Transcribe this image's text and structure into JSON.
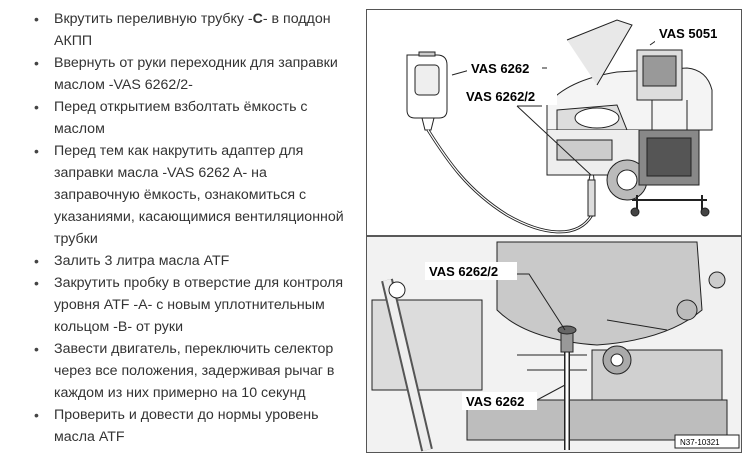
{
  "instructions": [
    {
      "pre": "Вкрутить переливную трубку -",
      "bold": "C",
      "post": "- в поддон АКПП"
    },
    {
      "pre": "Ввернуть от руки переходник для заправки маслом -VAS 6262/2-",
      "bold": "",
      "post": ""
    },
    {
      "pre": "Перед открытием взболтать ёмкость с маслом",
      "bold": "",
      "post": ""
    },
    {
      "pre": "Перед тем как накрутить адаптер для заправки масла -VAS 6262 A- на заправочную ёмкость, ознакомиться с указаниями, касающимися вентиляционной трубки",
      "bold": "",
      "post": ""
    },
    {
      "pre": "Залить 3 литра масла ATF",
      "bold": "",
      "post": ""
    },
    {
      "pre": "Закрутить пробку в отверстие для контроля уровня ATF -A- с новым уплотнительным кольцом -B- от руки",
      "bold": "",
      "post": ""
    },
    {
      "pre": "Завести двигатель, переключить селектор через все положения, задерживая рычаг в каждом из них примерно на 10 секунд",
      "bold": "",
      "post": ""
    },
    {
      "pre": "Проверить и довести до нормы уровень масла ATF",
      "bold": "",
      "post": ""
    }
  ],
  "figure": {
    "top_labels": {
      "vas5051": "VAS 5051",
      "vas6262": "VAS 6262",
      "vas6262_2": "VAS 6262/2"
    },
    "bottom_labels": {
      "vas6262_2": "VAS 6262/2",
      "vas6262": "VAS 6262"
    },
    "reference": "N37-10321"
  }
}
